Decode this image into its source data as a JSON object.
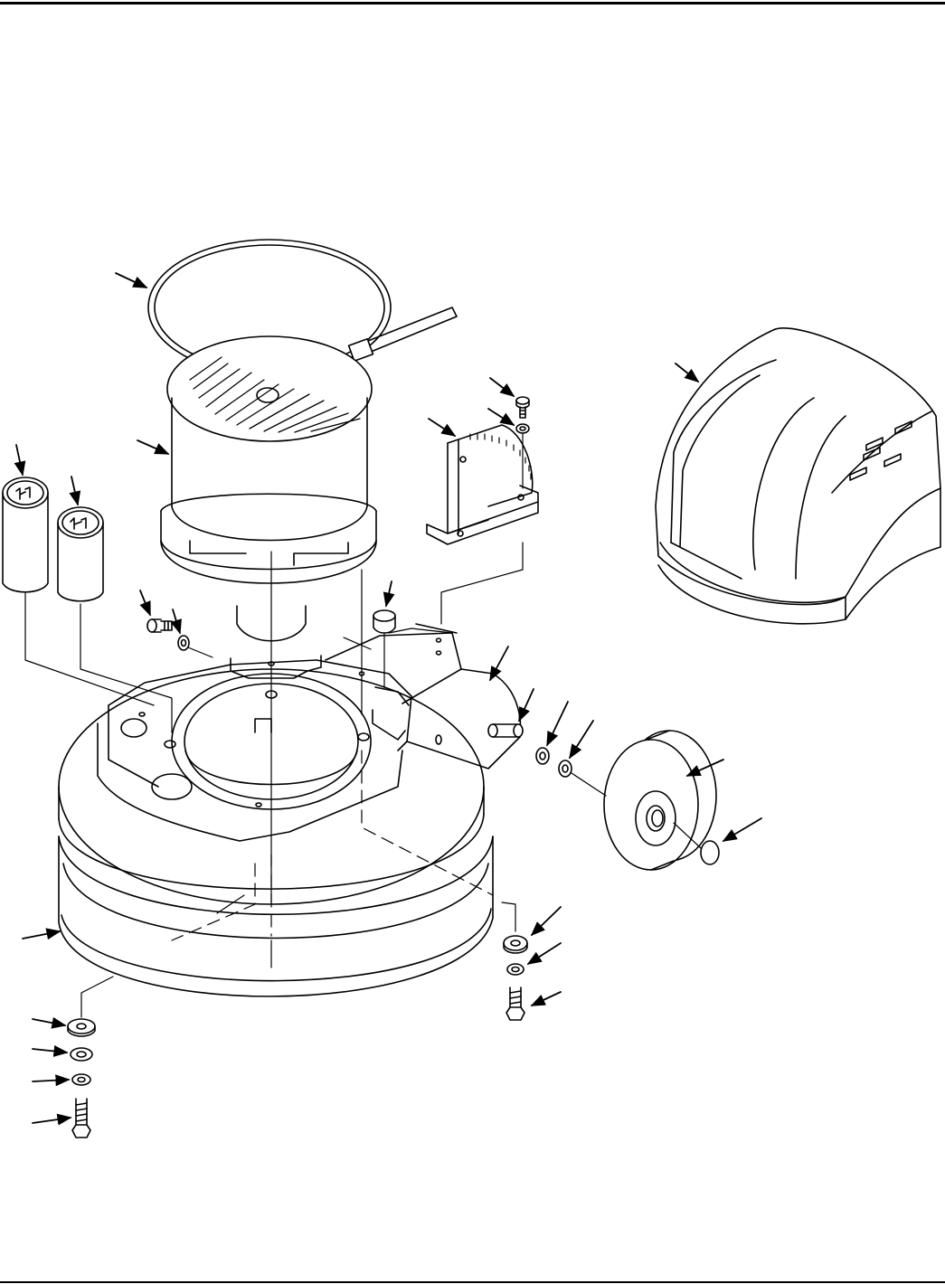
{
  "figure": {
    "parts": [
      {
        "id": "belt-strap",
        "arrow_count": 1
      },
      {
        "id": "motor",
        "arrow_count": 1
      },
      {
        "id": "capacitor-large",
        "arrow_count": 1
      },
      {
        "id": "capacitor-small",
        "arrow_count": 1
      },
      {
        "id": "capacitor-bracket",
        "arrow_count": 1
      },
      {
        "id": "bracket-screw",
        "arrow_count": 1
      },
      {
        "id": "bracket-washer",
        "arrow_count": 1
      },
      {
        "id": "side-screw",
        "arrow_count": 1
      },
      {
        "id": "side-washer",
        "arrow_count": 1
      },
      {
        "id": "plug-button",
        "arrow_count": 1
      },
      {
        "id": "chassis",
        "arrow_count": 1
      },
      {
        "id": "axle",
        "arrow_count": 1
      },
      {
        "id": "axle-washer-1",
        "arrow_count": 1
      },
      {
        "id": "axle-washer-2",
        "arrow_count": 1
      },
      {
        "id": "wheel",
        "arrow_count": 1
      },
      {
        "id": "hub-cap",
        "arrow_count": 1
      },
      {
        "id": "motor-hood",
        "arrow_count": 1
      },
      {
        "id": "bumper",
        "arrow_count": 1
      },
      {
        "id": "right-flat-washer",
        "arrow_count": 1
      },
      {
        "id": "right-lock-washer",
        "arrow_count": 1
      },
      {
        "id": "right-bolt",
        "arrow_count": 1
      },
      {
        "id": "left-flat-washer-large",
        "arrow_count": 1
      },
      {
        "id": "left-flat-washer",
        "arrow_count": 1
      },
      {
        "id": "left-lock-washer",
        "arrow_count": 1
      },
      {
        "id": "left-bolt",
        "arrow_count": 1
      }
    ]
  }
}
